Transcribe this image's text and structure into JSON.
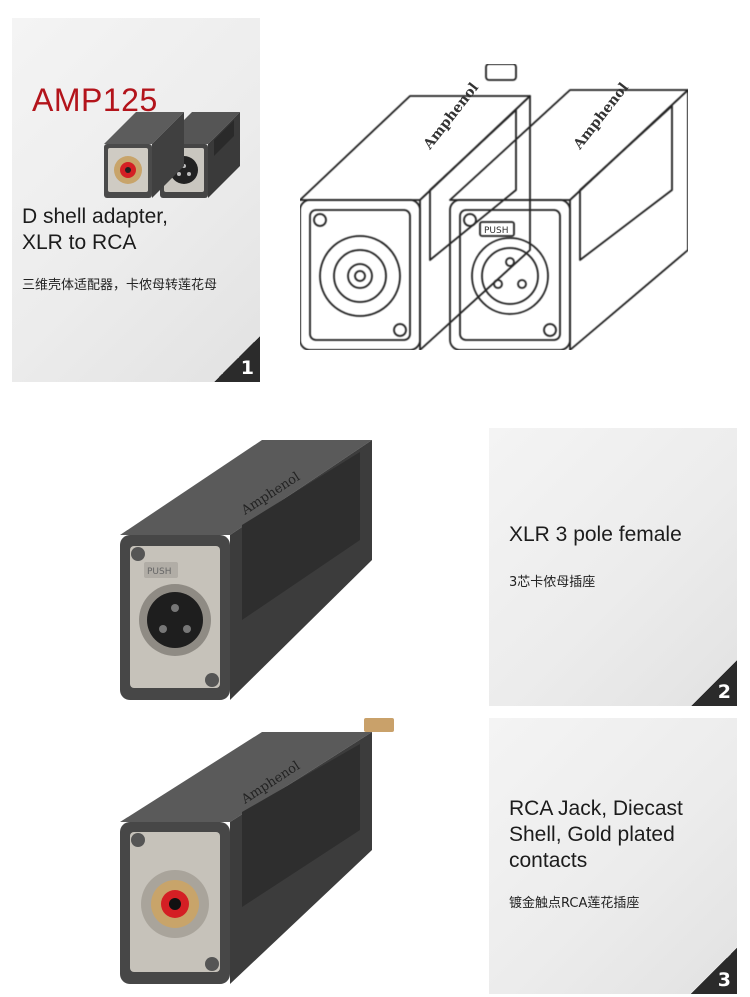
{
  "panel1": {
    "title": "AMP125",
    "en_line1": "D shell adapter,",
    "en_line2": "XLR to RCA",
    "cn": "三维壳体适配器，卡侬母转莲花母",
    "badge": "1"
  },
  "panel2": {
    "en": "XLR 3 pole female",
    "cn": "3芯卡侬母插座",
    "badge": "2"
  },
  "panel3": {
    "en_line1": "RCA Jack, Diecast",
    "en_line2": "Shell, Gold plated",
    "en_line3": "contacts",
    "cn": "镀金触点RCA莲花插座",
    "badge": "3"
  },
  "brand_text": "Amphenol",
  "push_text": "PUSH",
  "colors": {
    "title_red": "#b3141b",
    "corner_dark": "#2b2b2b",
    "body_gray": "#4a4a4a",
    "rca_red": "#d41f24",
    "gold": "#c8a46a"
  }
}
